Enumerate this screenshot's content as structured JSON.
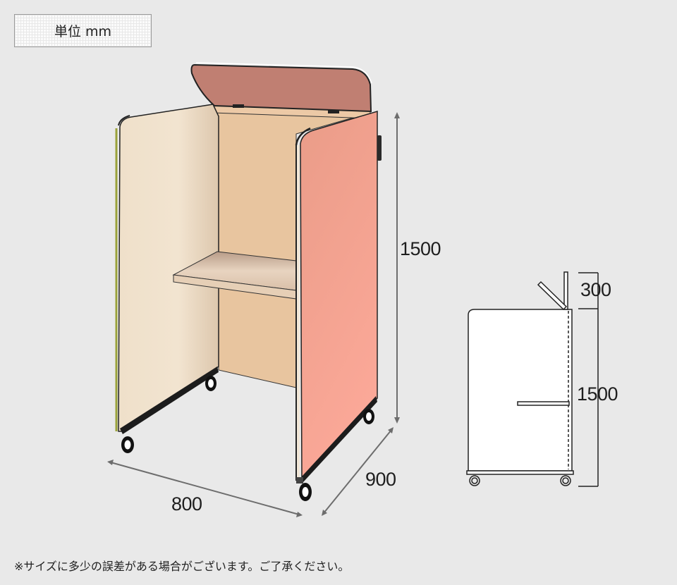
{
  "unit_label": "単位 mm",
  "dimensions": {
    "main_height": "1500",
    "width": "800",
    "depth": "900",
    "side_lid_height": "300",
    "side_body_height": "1500"
  },
  "note": "※サイズに多少の誤差がある場合がございます。ご了承ください。",
  "colors": {
    "left_panel": "#ecdcc4",
    "back_panel": "#e8c4a0",
    "right_panel": "#f0a08e",
    "lid": "#c07e72",
    "shelf": "#e4cbb4",
    "frame": "#e9e9e9",
    "dimension_line": "#6d6d6d"
  }
}
